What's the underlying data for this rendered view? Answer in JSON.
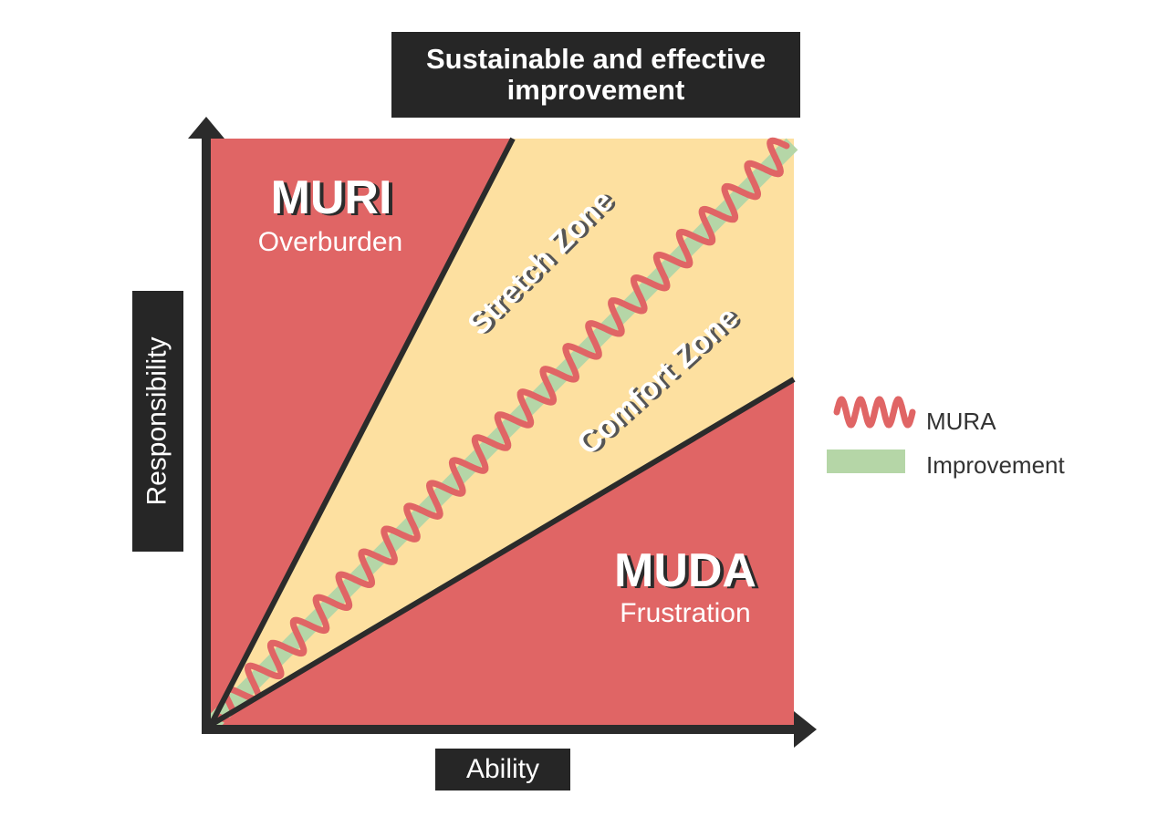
{
  "title": "Sustainable and effective improvement",
  "axes": {
    "y_label": "Responsibility",
    "x_label": "Ability"
  },
  "regions": {
    "muri": {
      "title": "MURI",
      "subtitle": "Overburden"
    },
    "muda": {
      "title": "MUDA",
      "subtitle": "Frustration"
    },
    "stretch_zone": {
      "label": "Stretch Zone"
    },
    "comfort_zone": {
      "label": "Comfort Zone"
    }
  },
  "legend": {
    "mura_label": "MURA",
    "improvement_label": "Improvement"
  },
  "colors": {
    "waste_region": "#e06565",
    "zone_fill": "#fde0a0",
    "improvement_band": "#b5d6a7",
    "mura_wave": "#e06565",
    "axis": "#2b2b2b",
    "label_box": "#262626"
  }
}
